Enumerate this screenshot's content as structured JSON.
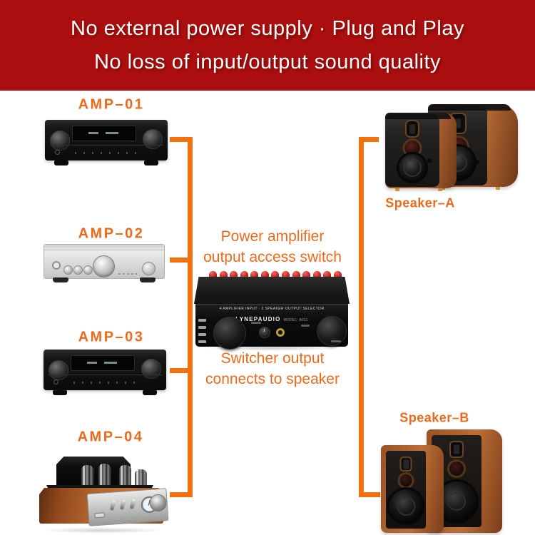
{
  "banner": {
    "line1": "No external power supply  ·  Plug and Play",
    "line2": "No loss of input/output sound quality",
    "background_color": "#ab0e0e",
    "text_color": "#ffffff"
  },
  "colors": {
    "accent_orange_text": "#ed6a1d",
    "connector_orange": "#f2700e",
    "page_background": "#ffffff"
  },
  "amplifiers": [
    {
      "label": "AMP–01",
      "type": "black AV receiver"
    },
    {
      "label": "AMP–02",
      "type": "silver integrated amplifier"
    },
    {
      "label": "AMP–03",
      "type": "black AV receiver"
    },
    {
      "label": "AMP–04",
      "type": "vacuum tube amplifier"
    }
  ],
  "speakers": [
    {
      "label": "Speaker–A"
    },
    {
      "label": "Speaker–B"
    }
  ],
  "captions": {
    "top": {
      "line1": "Power amplifier",
      "line2": "output access switch"
    },
    "bottom": {
      "line1": "Switcher output",
      "line2": "connects to speaker"
    }
  },
  "switcher": {
    "panel_title": "4 AMPLIFIER INPUT · 2 SPEAKER OUTPUT SELECTOR",
    "brand": "LYNEPAUDIO",
    "model": "MODEL: B011",
    "button_count": 13,
    "button_color": "#c62a28"
  }
}
